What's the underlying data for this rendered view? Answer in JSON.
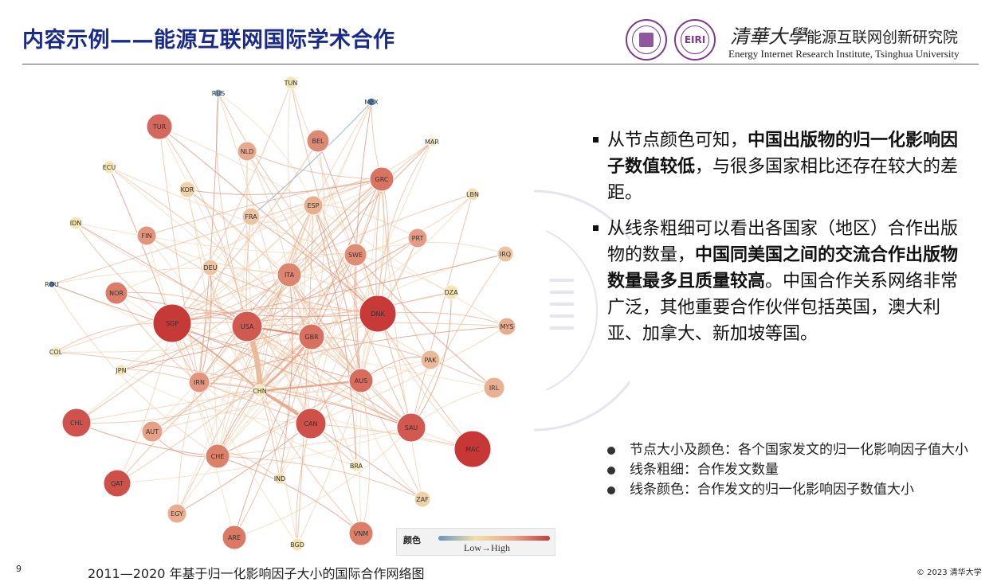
{
  "header": {
    "title": "内容示例——能源互联网国际学术合作",
    "logo_eiri_text": "EIRI",
    "university_calligraphy": "清華大學",
    "institute_name": "能源互联网创新研究院",
    "institute_english": "Energy Internet Research Institute, Tsinghua University"
  },
  "network": {
    "nodes": [
      {
        "label": "RUS",
        "color": "#7aa0c4"
      },
      {
        "label": "TUN",
        "color": "#f3e4b0"
      },
      {
        "label": "MEX",
        "color": "#4d7db0"
      },
      {
        "label": "TUR",
        "color": "#d4675e"
      },
      {
        "label": "BEL",
        "color": "#dc8a73"
      },
      {
        "label": "NLD",
        "color": "#e7a88c"
      },
      {
        "label": "MAR",
        "color": "#f3e8bd"
      },
      {
        "label": "ECU",
        "color": "#f5e6b4"
      },
      {
        "label": "KOR",
        "color": "#f0d2a6"
      },
      {
        "label": "GRC",
        "color": "#d8745f"
      },
      {
        "label": "LBN",
        "color": "#f2e0b2"
      },
      {
        "label": "ESP",
        "color": "#e8ae8e"
      },
      {
        "label": "FRA",
        "color": "#ecc3a1"
      },
      {
        "label": "IDN",
        "color": "#f5e6b4"
      },
      {
        "label": "FIN",
        "color": "#e3957c"
      },
      {
        "label": "PRT",
        "color": "#e69c84"
      },
      {
        "label": "IRQ",
        "color": "#ecc3a1"
      },
      {
        "label": "SWE",
        "color": "#e18d74"
      },
      {
        "label": "DEU",
        "color": "#ecc4a2"
      },
      {
        "label": "ITA",
        "color": "#de8570"
      },
      {
        "label": "ROU",
        "color": "#3f6fa3"
      },
      {
        "label": "NOR",
        "color": "#db7d69"
      },
      {
        "label": "DZA",
        "color": "#f3e4b0"
      },
      {
        "label": "DNK",
        "color": "#c73a38"
      },
      {
        "label": "SGP",
        "color": "#c53a37"
      },
      {
        "label": "USA",
        "color": "#d05a50"
      },
      {
        "label": "GBR",
        "color": "#d8705f"
      },
      {
        "label": "MYS",
        "color": "#e8ad8e"
      },
      {
        "label": "COL",
        "color": "#f5ecc0"
      },
      {
        "label": "PAK",
        "color": "#ebb998"
      },
      {
        "label": "JPN",
        "color": "#f5e6b4"
      },
      {
        "label": "IRN",
        "color": "#e3967d"
      },
      {
        "label": "AUS",
        "color": "#d86c5d"
      },
      {
        "label": "CHN",
        "color": "#f4e9bd"
      },
      {
        "label": "IRL",
        "color": "#e9b092"
      },
      {
        "label": "CHL",
        "color": "#cf534c"
      },
      {
        "label": "CAN",
        "color": "#cf4f49"
      },
      {
        "label": "SAU",
        "color": "#d2594f"
      },
      {
        "label": "AUT",
        "color": "#e5a086"
      },
      {
        "label": "MAC",
        "color": "#c73735"
      },
      {
        "label": "CHE",
        "color": "#dd8069"
      },
      {
        "label": "IND",
        "color": "#f1dbae"
      },
      {
        "label": "BRA",
        "color": "#f4e8b8"
      },
      {
        "label": "QAT",
        "color": "#cf5048"
      },
      {
        "label": "ZAF",
        "color": "#efd2a4"
      },
      {
        "label": "EGY",
        "color": "#e9ae8f"
      },
      {
        "label": "ARE",
        "color": "#db7964"
      },
      {
        "label": "VNM",
        "color": "#dc7f69"
      },
      {
        "label": "BGD",
        "color": "#f3e4b0"
      }
    ]
  },
  "legend": {
    "label": "颜色",
    "range": "Low→High"
  },
  "bullets": [
    {
      "before": "从节点颜色可知，",
      "bold": "中国出版物的归一化影响因子数值较低",
      "after": "，与很多国家相比还存在较大的差距。"
    },
    {
      "before": "从线条粗细可以看出各国家（地区）合作出版物的数量，",
      "bold": "中国同美国之间的交流合作出版物数量最多且质量较高",
      "after": "。中国合作关系网络非常广泛，其他重要合作伙伴包括英国，澳大利亚、加拿大、新加坡等国。"
    }
  ],
  "notes": [
    "节点大小及颜色：各个国家发文的归一化影响因子值大小",
    "线条粗细：合作发文数量",
    "线条颜色：合作发文的归一化影响因子数值大小"
  ],
  "footer": {
    "page_number": "9",
    "caption": "2011—2020 年基于归一化影响因子大小的国际合作网络图",
    "copyright": "© 2023 清华大学"
  },
  "colors": {
    "title": "#1a2a8a",
    "logo_purple": "#7b3a8f",
    "legend_low": "#6a93c2",
    "legend_high": "#c93a3a"
  }
}
